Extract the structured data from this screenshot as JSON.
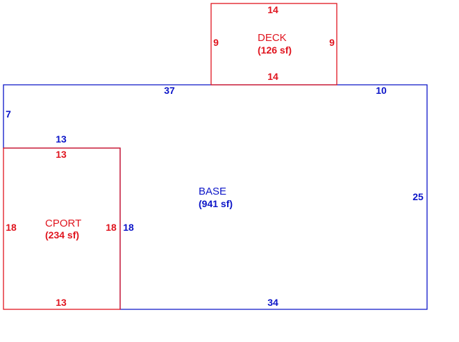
{
  "colors": {
    "base": "#0b14c8",
    "addon": "#e0141e"
  },
  "base": {
    "name": "BASE",
    "area": "(941 sf)",
    "dims": {
      "top_left": "37",
      "top_right": "10",
      "left_upper": "7",
      "step": "13",
      "inner_right": "18",
      "right": "25",
      "bottom": "34"
    }
  },
  "deck": {
    "name": "DECK",
    "area": "(126 sf)",
    "dims": {
      "top": "14",
      "bottom": "14",
      "left": "9",
      "right": "9"
    }
  },
  "cport": {
    "name": "CPORT",
    "area": "(234 sf)",
    "dims": {
      "top": "13",
      "bottom": "13",
      "left": "18",
      "right": "18"
    }
  }
}
